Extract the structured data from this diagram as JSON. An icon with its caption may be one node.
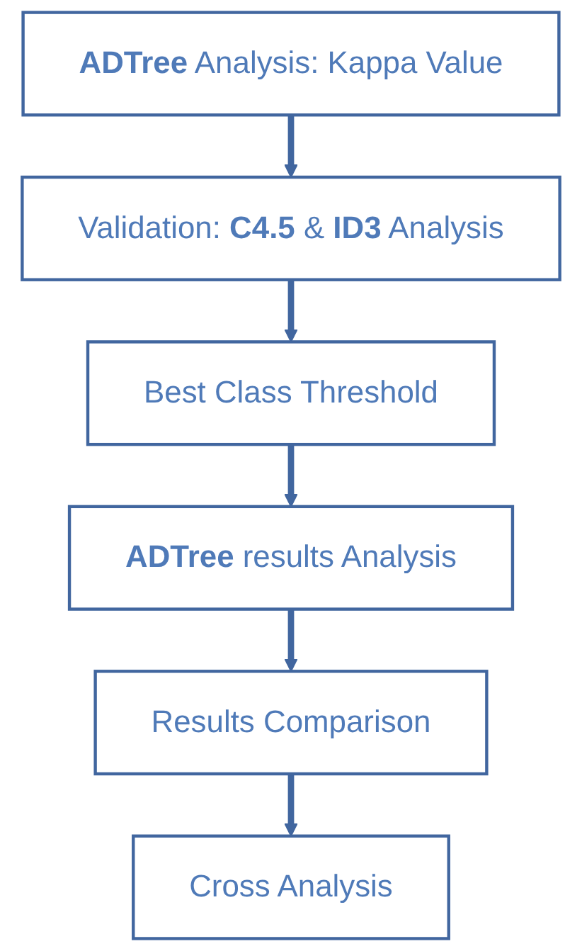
{
  "diagram": {
    "nodes": [
      {
        "text": [
          "**ADTree** Analysis: Kappa Value"
        ]
      },
      {
        "text": [
          "Validation: **C4.5** & **ID3** Analysis"
        ]
      },
      {
        "text": [
          "Best Class Threshold"
        ]
      },
      {
        "text": [
          "**ADTree** results Analysis"
        ]
      },
      {
        "text": [
          "Results Comparison"
        ]
      },
      {
        "text": [
          "Cross Analysis"
        ]
      }
    ],
    "edges": [
      {
        "from": 0,
        "to": 1,
        "arrow": "to"
      },
      {
        "from": 1,
        "to": 2,
        "arrow": "to"
      },
      {
        "from": 2,
        "to": 3,
        "arrow": "to"
      },
      {
        "from": 3,
        "to": 4,
        "arrow": "to"
      },
      {
        "from": 4,
        "to": 5,
        "arrow": "to"
      }
    ]
  }
}
